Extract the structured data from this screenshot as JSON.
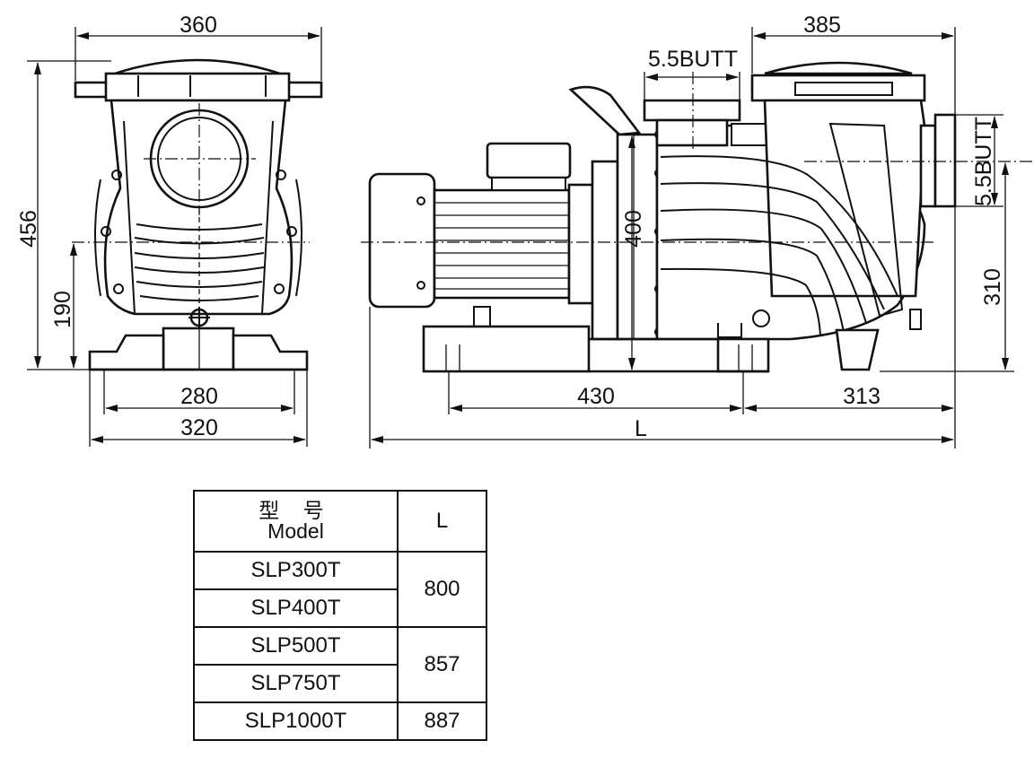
{
  "dimensions": {
    "front_width_top": "360",
    "front_height": "456",
    "front_axis_height": "190",
    "front_base_inner": "280",
    "front_base_outer": "320",
    "side_outlet_width": "385",
    "side_outlet_label": "5.5BUTT",
    "side_inlet_label": "5.5BUTT",
    "side_motor_height": "400",
    "side_inlet_height": "310",
    "side_foot_spacing": "430",
    "side_pump_length": "313",
    "side_total_length": "L"
  },
  "table": {
    "header_model_cn": "型 号",
    "header_model_en": "Model",
    "header_length": "L",
    "rows": [
      {
        "model": "SLP300T"
      },
      {
        "model": "SLP400T"
      },
      {
        "model": "SLP500T"
      },
      {
        "model": "SLP750T"
      },
      {
        "model": "SLP1000T"
      }
    ],
    "lengths": [
      "800",
      "857",
      "887"
    ]
  }
}
